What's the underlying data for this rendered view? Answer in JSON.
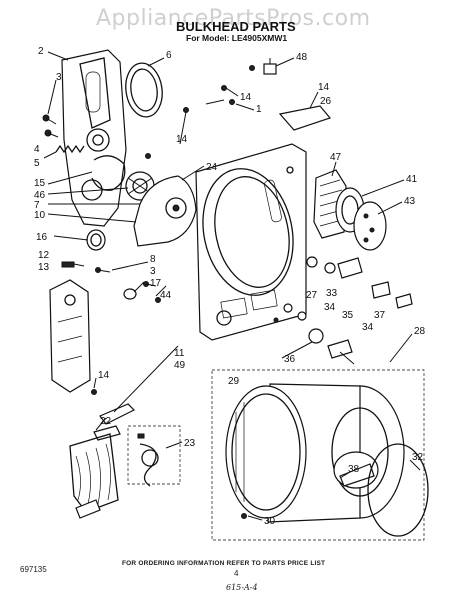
{
  "watermark": "AppliancePartsPros.com",
  "header": {
    "title": "BULKHEAD PARTS",
    "subtitle": "For Model: LE4905XMW1"
  },
  "footer": {
    "note": "FOR ORDERING INFORMATION REFER TO PARTS PRICE LIST",
    "page_number": "4",
    "doc_number": "697135",
    "signature": "615-A-4"
  },
  "callouts": [
    {
      "id": "c2",
      "label": "2"
    },
    {
      "id": "c6",
      "label": "6"
    },
    {
      "id": "c3a",
      "label": "3"
    },
    {
      "id": "c48",
      "label": "48"
    },
    {
      "id": "c14a",
      "label": "14"
    },
    {
      "id": "c14b",
      "label": "14"
    },
    {
      "id": "c26",
      "label": "26"
    },
    {
      "id": "c1",
      "label": "1"
    },
    {
      "id": "c4",
      "label": "4"
    },
    {
      "id": "c5",
      "label": "5"
    },
    {
      "id": "c14c",
      "label": "14"
    },
    {
      "id": "c15",
      "label": "15"
    },
    {
      "id": "c24",
      "label": "24"
    },
    {
      "id": "c47",
      "label": "47"
    },
    {
      "id": "c46",
      "label": "46"
    },
    {
      "id": "c7",
      "label": "7"
    },
    {
      "id": "c41",
      "label": "41"
    },
    {
      "id": "c10",
      "label": "10"
    },
    {
      "id": "c43",
      "label": "43"
    },
    {
      "id": "c16",
      "label": "16"
    },
    {
      "id": "c12",
      "label": "12"
    },
    {
      "id": "c8",
      "label": "8"
    },
    {
      "id": "c13",
      "label": "13"
    },
    {
      "id": "c3b",
      "label": "3"
    },
    {
      "id": "c17",
      "label": "17"
    },
    {
      "id": "c44",
      "label": "44"
    },
    {
      "id": "c27",
      "label": "27"
    },
    {
      "id": "c33",
      "label": "33"
    },
    {
      "id": "c34a",
      "label": "34"
    },
    {
      "id": "c35",
      "label": "35"
    },
    {
      "id": "c37",
      "label": "37"
    },
    {
      "id": "c34b",
      "label": "34"
    },
    {
      "id": "c28",
      "label": "28"
    },
    {
      "id": "c11",
      "label": "11"
    },
    {
      "id": "c49",
      "label": "49"
    },
    {
      "id": "c36",
      "label": "36"
    },
    {
      "id": "c14d",
      "label": "14"
    },
    {
      "id": "c29",
      "label": "29"
    },
    {
      "id": "c22",
      "label": "22"
    },
    {
      "id": "c38",
      "label": "38"
    },
    {
      "id": "c23",
      "label": "23"
    },
    {
      "id": "c32",
      "label": "32"
    },
    {
      "id": "c30",
      "label": "30"
    }
  ]
}
